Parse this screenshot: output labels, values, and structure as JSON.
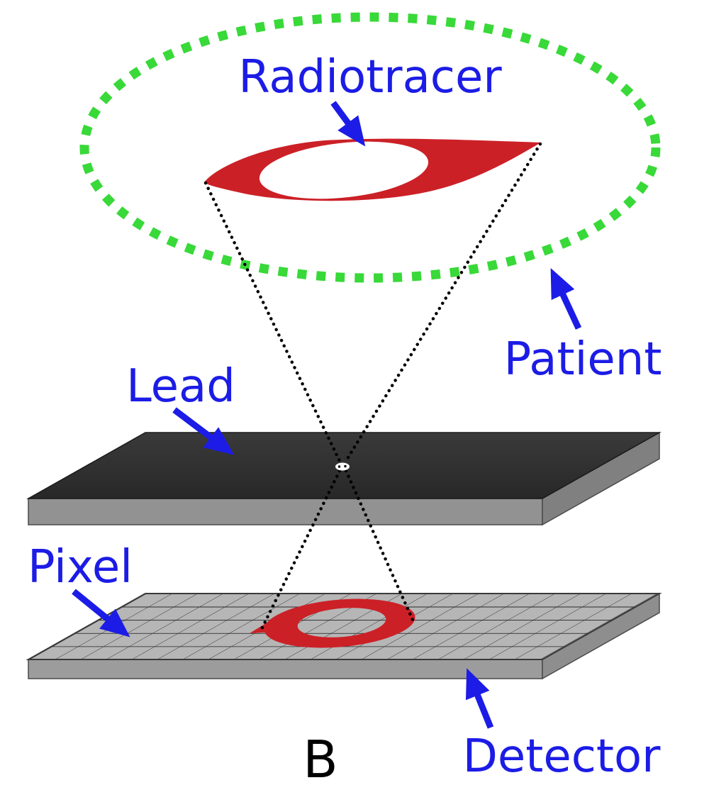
{
  "figure": {
    "panel_label": "B",
    "labels": {
      "radiotracer": "Radiotracer",
      "patient": "Patient",
      "lead": "Lead",
      "pixel": "Pixel",
      "detector": "Detector"
    },
    "colors": {
      "label_blue": "#1c1ce6",
      "radiotracer_red": "#cc2027",
      "patient_green": "#38d938",
      "lead_dark": "#2e2e2e",
      "slab_gray": "#b6b6b6"
    }
  }
}
